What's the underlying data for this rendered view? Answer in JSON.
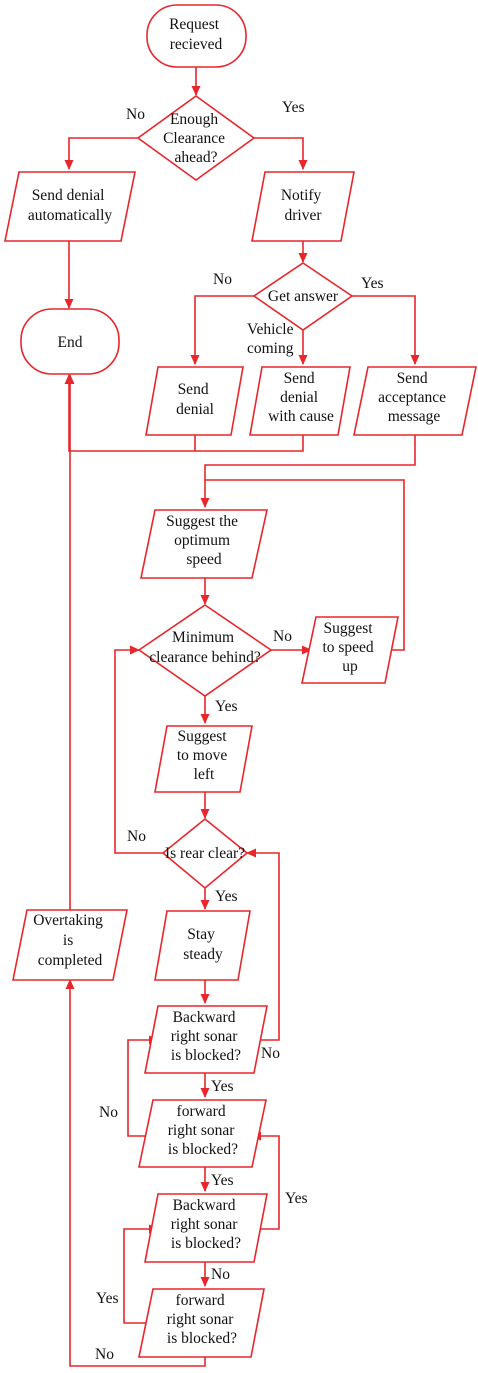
{
  "diagram": {
    "colors": {
      "accent": "#e8262b",
      "text": "#111111",
      "background": "#ffffff"
    },
    "nodes": {
      "request": [
        "Request",
        "recieved"
      ],
      "clearance_ahead": [
        "Enough",
        "Clearance",
        "ahead?"
      ],
      "send_denial_auto": [
        "Send denial",
        "automatically"
      ],
      "notify_driver": [
        "Notify",
        "driver"
      ],
      "end": [
        "End"
      ],
      "get_answer": [
        "Get answer"
      ],
      "send_denial": [
        "Send",
        "denial"
      ],
      "send_denial_cause": [
        "Send",
        "denial",
        "with cause"
      ],
      "send_acceptance": [
        "Send",
        "acceptance",
        "message"
      ],
      "suggest_speed": [
        "Suggest the",
        "optimum",
        "speed"
      ],
      "min_clearance": [
        "Minimum",
        "clearance behind?"
      ],
      "speed_up": [
        "Suggest",
        "to speed",
        "up"
      ],
      "move_left": [
        "Suggest",
        "to move",
        "left"
      ],
      "rear_clear": [
        "Is rear clear?"
      ],
      "stay_steady": [
        "Stay",
        "steady"
      ],
      "overtaking_done": [
        "Overtaking",
        "is",
        "completed"
      ],
      "backward_sonar_1": [
        "Backward",
        "right sonar",
        "is blocked?"
      ],
      "forward_sonar_1": [
        "forward",
        "right sonar",
        "is blocked?"
      ],
      "backward_sonar_2": [
        "Backward",
        "right sonar",
        "is blocked?"
      ],
      "forward_sonar_2": [
        "forward",
        "right sonar",
        "is blocked?"
      ]
    },
    "edge_labels": {
      "clearance_no": "No",
      "clearance_yes": "Yes",
      "answer_no": "No",
      "answer_vehicle": [
        "Vehicle",
        "coming"
      ],
      "answer_yes": "Yes",
      "min_clearance_no": "No",
      "min_clearance_yes": "Yes",
      "rear_no": "No",
      "rear_yes": "Yes",
      "bw1_no": "No",
      "bw1_yes": "Yes",
      "fw1_no": "No",
      "fw1_yes": "Yes",
      "bw2_yes": "Yes",
      "bw2_no": "No",
      "fw2_yes": "Yes",
      "fw2_no": "No"
    }
  }
}
